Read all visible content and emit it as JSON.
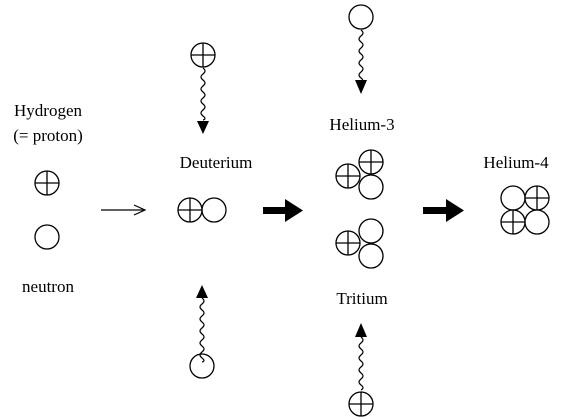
{
  "labels": {
    "hydrogen_line1": "Hydrogen",
    "hydrogen_line2": "(= proton)",
    "neutron": "neutron",
    "deuterium": "Deuterium",
    "helium3": "Helium-3",
    "tritium": "Tritium",
    "helium4": "Helium-4"
  }
}
